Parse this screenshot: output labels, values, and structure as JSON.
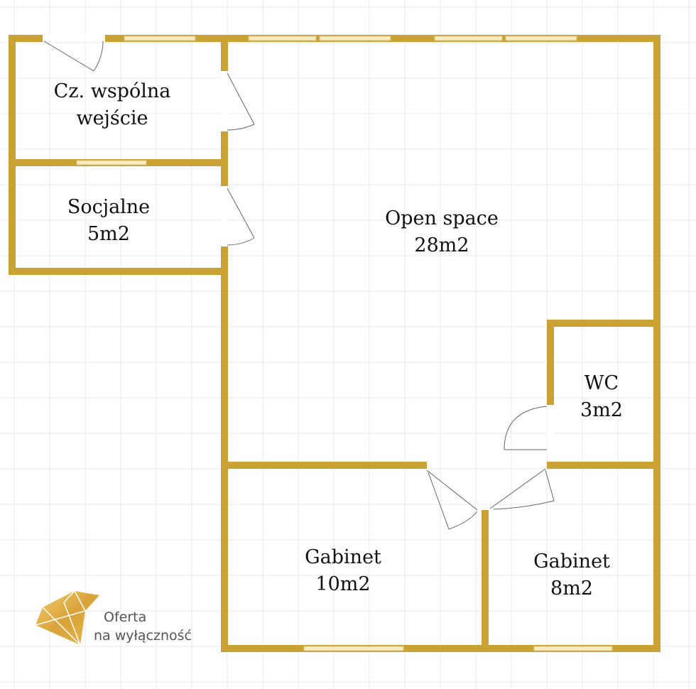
{
  "rooms": [
    {
      "name": "Cz. wspólna",
      "area": "wejście"
    },
    {
      "name": "Socjalne",
      "area": "5m2"
    },
    {
      "name": "Open space",
      "area": "28m2"
    },
    {
      "name": "WC",
      "area": "3m2"
    },
    {
      "name": "Gabinet",
      "area": "10m2"
    },
    {
      "name": "Gabinet",
      "area": "8m2"
    }
  ],
  "logo": {
    "line1": "Oferta",
    "line2": "na wyłączność"
  },
  "colors": {
    "wall": "#C9A233",
    "grid": "#e6e6e6",
    "window": "#f3e7b8"
  }
}
